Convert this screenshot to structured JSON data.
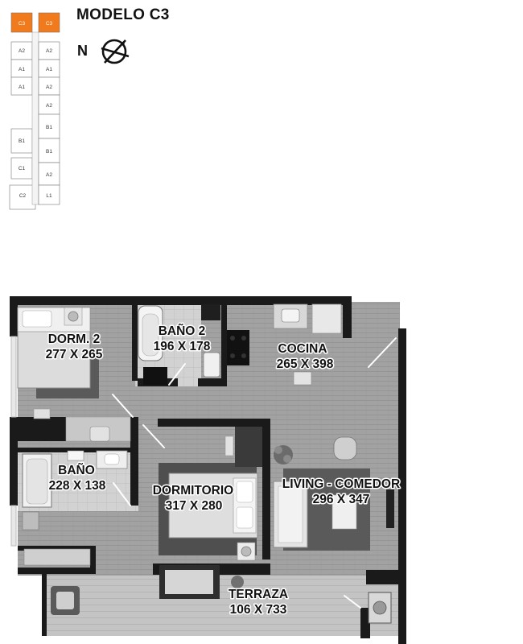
{
  "header": {
    "title": "MODELO C3",
    "north_label": "N"
  },
  "colors": {
    "highlight": "#F07A1C",
    "wall": "#1a1a1a",
    "floor": "#9c9c9c",
    "rug": "#575757"
  },
  "icons": {
    "north": "compass-icon"
  },
  "key_plan": {
    "units_left": [
      "C3",
      "A2",
      "A1",
      "A1",
      "B1",
      "C1",
      "C2"
    ],
    "units_right": [
      "C3",
      "A2",
      "A1",
      "A2",
      "A2",
      "B1",
      "B1",
      "A2",
      "L1"
    ],
    "selected": "C3"
  },
  "rooms": [
    {
      "name": "DORM. 2",
      "size": "277 X 265"
    },
    {
      "name": "BAÑO 2",
      "size": "196 X 178"
    },
    {
      "name": "COCINA",
      "size": "265 X 398"
    },
    {
      "name": "BAÑO",
      "size": "228 X 138"
    },
    {
      "name": "DORMITORIO",
      "size": "317 X 280"
    },
    {
      "name": "LIVING - COMEDOR",
      "size": "296 X 347"
    },
    {
      "name": "TERRAZA",
      "size": "106 X 733"
    }
  ]
}
